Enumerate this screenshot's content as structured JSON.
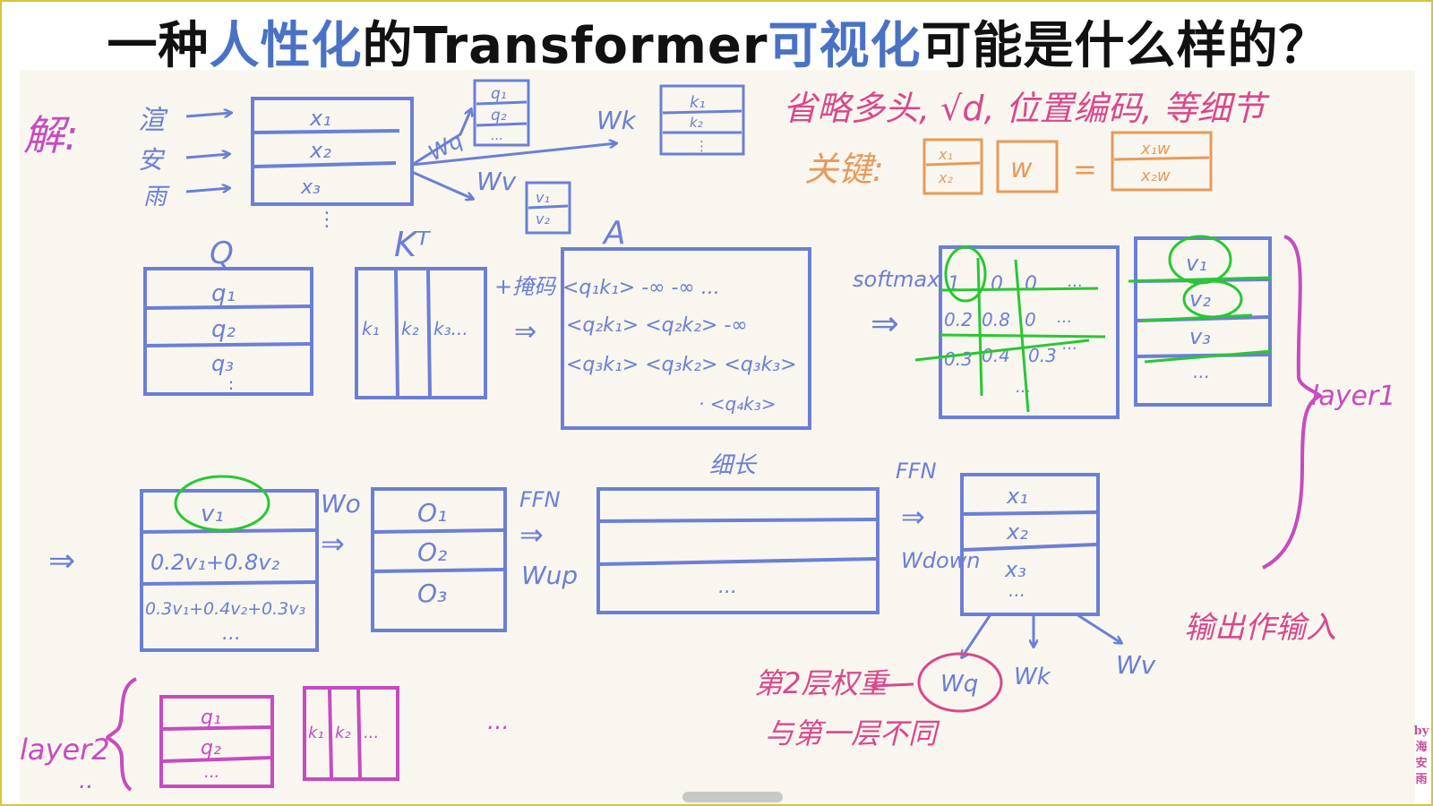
{
  "title": {
    "part1": "一种",
    "part2": "人性化",
    "part3": "的Transformer",
    "part4": "可视化",
    "part5": "可能是什么样的？"
  },
  "colors": {
    "blue": "#6b7fd6",
    "magenta": "#c74bbf",
    "orange": "#e69a5c",
    "green": "#28c733",
    "pink": "#d9488c",
    "title_highlight": "#4a72c4"
  },
  "solution_label": "解:",
  "input_tokens": [
    "渲",
    "安",
    "雨"
  ],
  "embed_rows": [
    "x₁",
    "x₂",
    "x₃"
  ],
  "embed_more": "⋮",
  "wq_label": "Wq",
  "q_small": [
    "q₁",
    "q₂",
    "..."
  ],
  "wk_label": "Wk",
  "k_small": [
    "k₁",
    "k₂",
    "⋮"
  ],
  "wv_label": "Wv",
  "v_small": [
    "v₁",
    "v₂"
  ],
  "notes": {
    "omitted": "省略多头, √d, 位置编码, 等细节",
    "key_label": "关键:",
    "key_left": [
      "x₁",
      "x₂"
    ],
    "key_mid": "w",
    "key_eq": "=",
    "key_right": [
      "x₁w",
      "x₂w"
    ]
  },
  "q_label": "Q",
  "q_rows": [
    "q₁",
    "q₂",
    "q₃",
    "⋮"
  ],
  "kt_label": "Kᵀ",
  "kt_cols": [
    "k₁",
    "k₂",
    "k₃..."
  ],
  "mask_label": "+掩码",
  "a_label": "A",
  "a_rows": [
    "<q₁k₁>  -∞     -∞ ...",
    "<q₂k₁> <q₂k₂>  -∞",
    "<q₃k₁> <q₃k₂> <q₃k₃>",
    "· <q₄k₃>"
  ],
  "softmax_label": "softmax",
  "softmax_grid": [
    [
      "1",
      "0",
      "0",
      "..."
    ],
    [
      "0.2",
      "0.8",
      "0",
      "..."
    ],
    [
      "0.3",
      "0.4",
      "0.3",
      "..."
    ],
    [
      "",
      "...",
      "",
      ""
    ]
  ],
  "v_rows": [
    "v₁",
    "v₂",
    "v₃",
    "..."
  ],
  "layer1_label": "layer1",
  "out_rows": [
    "v₁",
    "0.2v₁+0.8v₂",
    "0.3v₁+0.4v₂+0.3v₃",
    "..."
  ],
  "wo_label": "Wo",
  "o_rows": [
    "O₁",
    "O₂",
    "O₃"
  ],
  "ffn1_label": "FFN",
  "wup_label": "Wup",
  "long_label": "细长",
  "long_more": "...",
  "ffn2_label": "FFN",
  "wdown_label": "Wdown",
  "x_rows": [
    "x₁",
    "x₂",
    "x₃",
    "..."
  ],
  "next_wq": "Wq",
  "next_wk": "Wk",
  "next_wv": "Wv",
  "output_as_input": "输出作输入",
  "layer2_weights": "第2层权重",
  "layer2_diff": "与第一层不同",
  "layer2_label": "layer2",
  "layer2_more": "..",
  "layer2_q": [
    "q₁",
    "q₂",
    "..."
  ],
  "layer2_k": [
    "k₁",
    "k₂",
    "..."
  ],
  "layer2_ellipsis": "...",
  "byline": [
    "by",
    "海",
    "安",
    "雨"
  ]
}
